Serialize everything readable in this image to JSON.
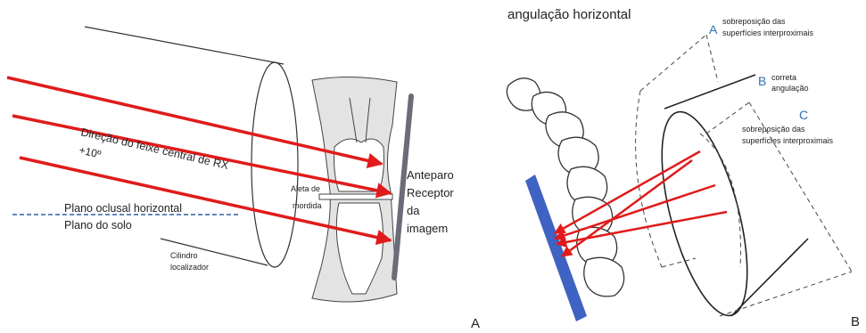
{
  "panel_a": {
    "letter": "A",
    "direction_label": "Direção do feixe central de RX",
    "angle_label": "+10º",
    "occlusal_plane_label": "Plano oclusal horizontal",
    "ground_plane_label": "Plano do solo",
    "cylinder_label_1": "Cilindro",
    "cylinder_label_2": "localizador",
    "bite_wing_label_1": "Aleta de",
    "bite_wing_label_2": "mordida",
    "shield_label_1": "Anteparo",
    "shield_label_2": "Receptor",
    "shield_label_3": "da",
    "shield_label_4": "imagem",
    "colors": {
      "beam": "#e01b1b",
      "dashed_line": "#2f5fa6",
      "shield": "#6b6b7a"
    }
  },
  "panel_b": {
    "letter": "B",
    "title": "angulação horizontal",
    "label_a_letter": "A",
    "label_a_line1": "sobreposição das",
    "label_a_line2": "superfícies interproximais",
    "label_b_letter": "B",
    "label_b_line1": "correta",
    "label_b_line2": "angulação",
    "label_c_letter": "C",
    "label_c_line1": "sobreposição das",
    "label_c_line2": "superfícies interproximais",
    "colors": {
      "beam": "#e01b1b",
      "receptor": "#3f63c2",
      "letters": "#2f6fb5"
    }
  }
}
